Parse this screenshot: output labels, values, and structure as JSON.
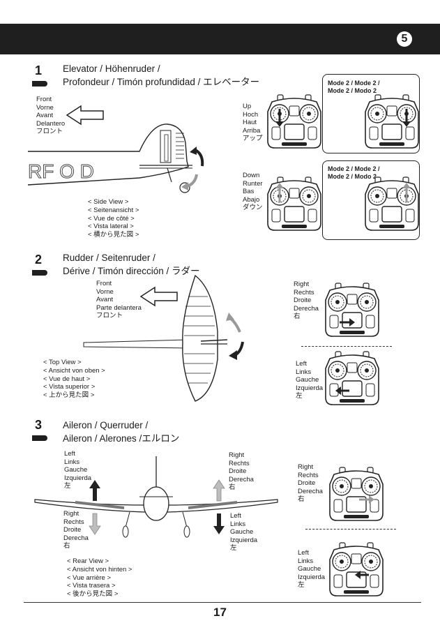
{
  "header": {
    "badge": "5"
  },
  "steps": [
    {
      "number": "1",
      "title_line1": "Elevator / Höhenruder /",
      "title_line2": "Profondeur / Timón profundidad / エレベーター",
      "front": [
        "Front",
        "Vorne",
        "Avant",
        "Delantero",
        "フロント"
      ],
      "views": [
        "< Side View >",
        "< Seitenansicht >",
        "< Vue de côté >",
        "< Vista lateral >",
        "< 横から見た図 >"
      ],
      "up": [
        "Up",
        "Hoch",
        "Haut",
        "Arriba",
        "アップ"
      ],
      "down": [
        "Down",
        "Runter",
        "Bas",
        "Abajo",
        "ダウン"
      ],
      "mode_label_1": [
        "Mode 2 / Mode 2 /",
        "Mode 2 / Modo 2"
      ],
      "mode_label_2": [
        "Mode 2 / Mode 2 /",
        "Mode 2 / Modo 2"
      ],
      "fuselage_letters": "RF O D"
    },
    {
      "number": "2",
      "title_line1": "Rudder / Seitenruder /",
      "title_line2": "Dérive / Timón dirección / ラダー",
      "front": [
        "Front",
        "Vorne",
        "Avant",
        "Parte delantera",
        "フロント"
      ],
      "views": [
        "< Top View >",
        "< Ansicht von oben >",
        "< Vue de haut >",
        "< Vista superior >",
        "< 上から見た図 >"
      ],
      "right": [
        "Right",
        "Rechts",
        "Droite",
        "Derecha",
        "右"
      ],
      "left": [
        "Left",
        "Links",
        "Gauche",
        "Izquierda",
        "左"
      ]
    },
    {
      "number": "3",
      "title_line1": "Aileron / Querruder /",
      "title_line2": "Aileron / Alerones /エルロン",
      "left_top": [
        "Left",
        "Links",
        "Gauche",
        "Izquierda",
        "左"
      ],
      "right_bottom": [
        "Right",
        "Rechts",
        "Droite",
        "Derecha",
        "右"
      ],
      "right_top": [
        "Right",
        "Rechts",
        "Droite",
        "Derecha",
        "右"
      ],
      "left_bottom": [
        "Left",
        "Links",
        "Gauche",
        "Izquierda",
        "左"
      ],
      "views": [
        "< Rear View >",
        "< Ansicht von hinten >",
        "< Vue arrière >",
        "< Vista trasera >",
        "< 後から見た図 >"
      ],
      "tx_right": [
        "Right",
        "Rechts",
        "Droite",
        "Derecha",
        "右"
      ],
      "tx_left": [
        "Left",
        "Links",
        "Gauche",
        "Izquierda",
        "左"
      ]
    }
  ],
  "footer": {
    "page_number": "17"
  },
  "colors": {
    "dark": "#1f1f1f",
    "grey_arrow": "#bdbdbd"
  }
}
